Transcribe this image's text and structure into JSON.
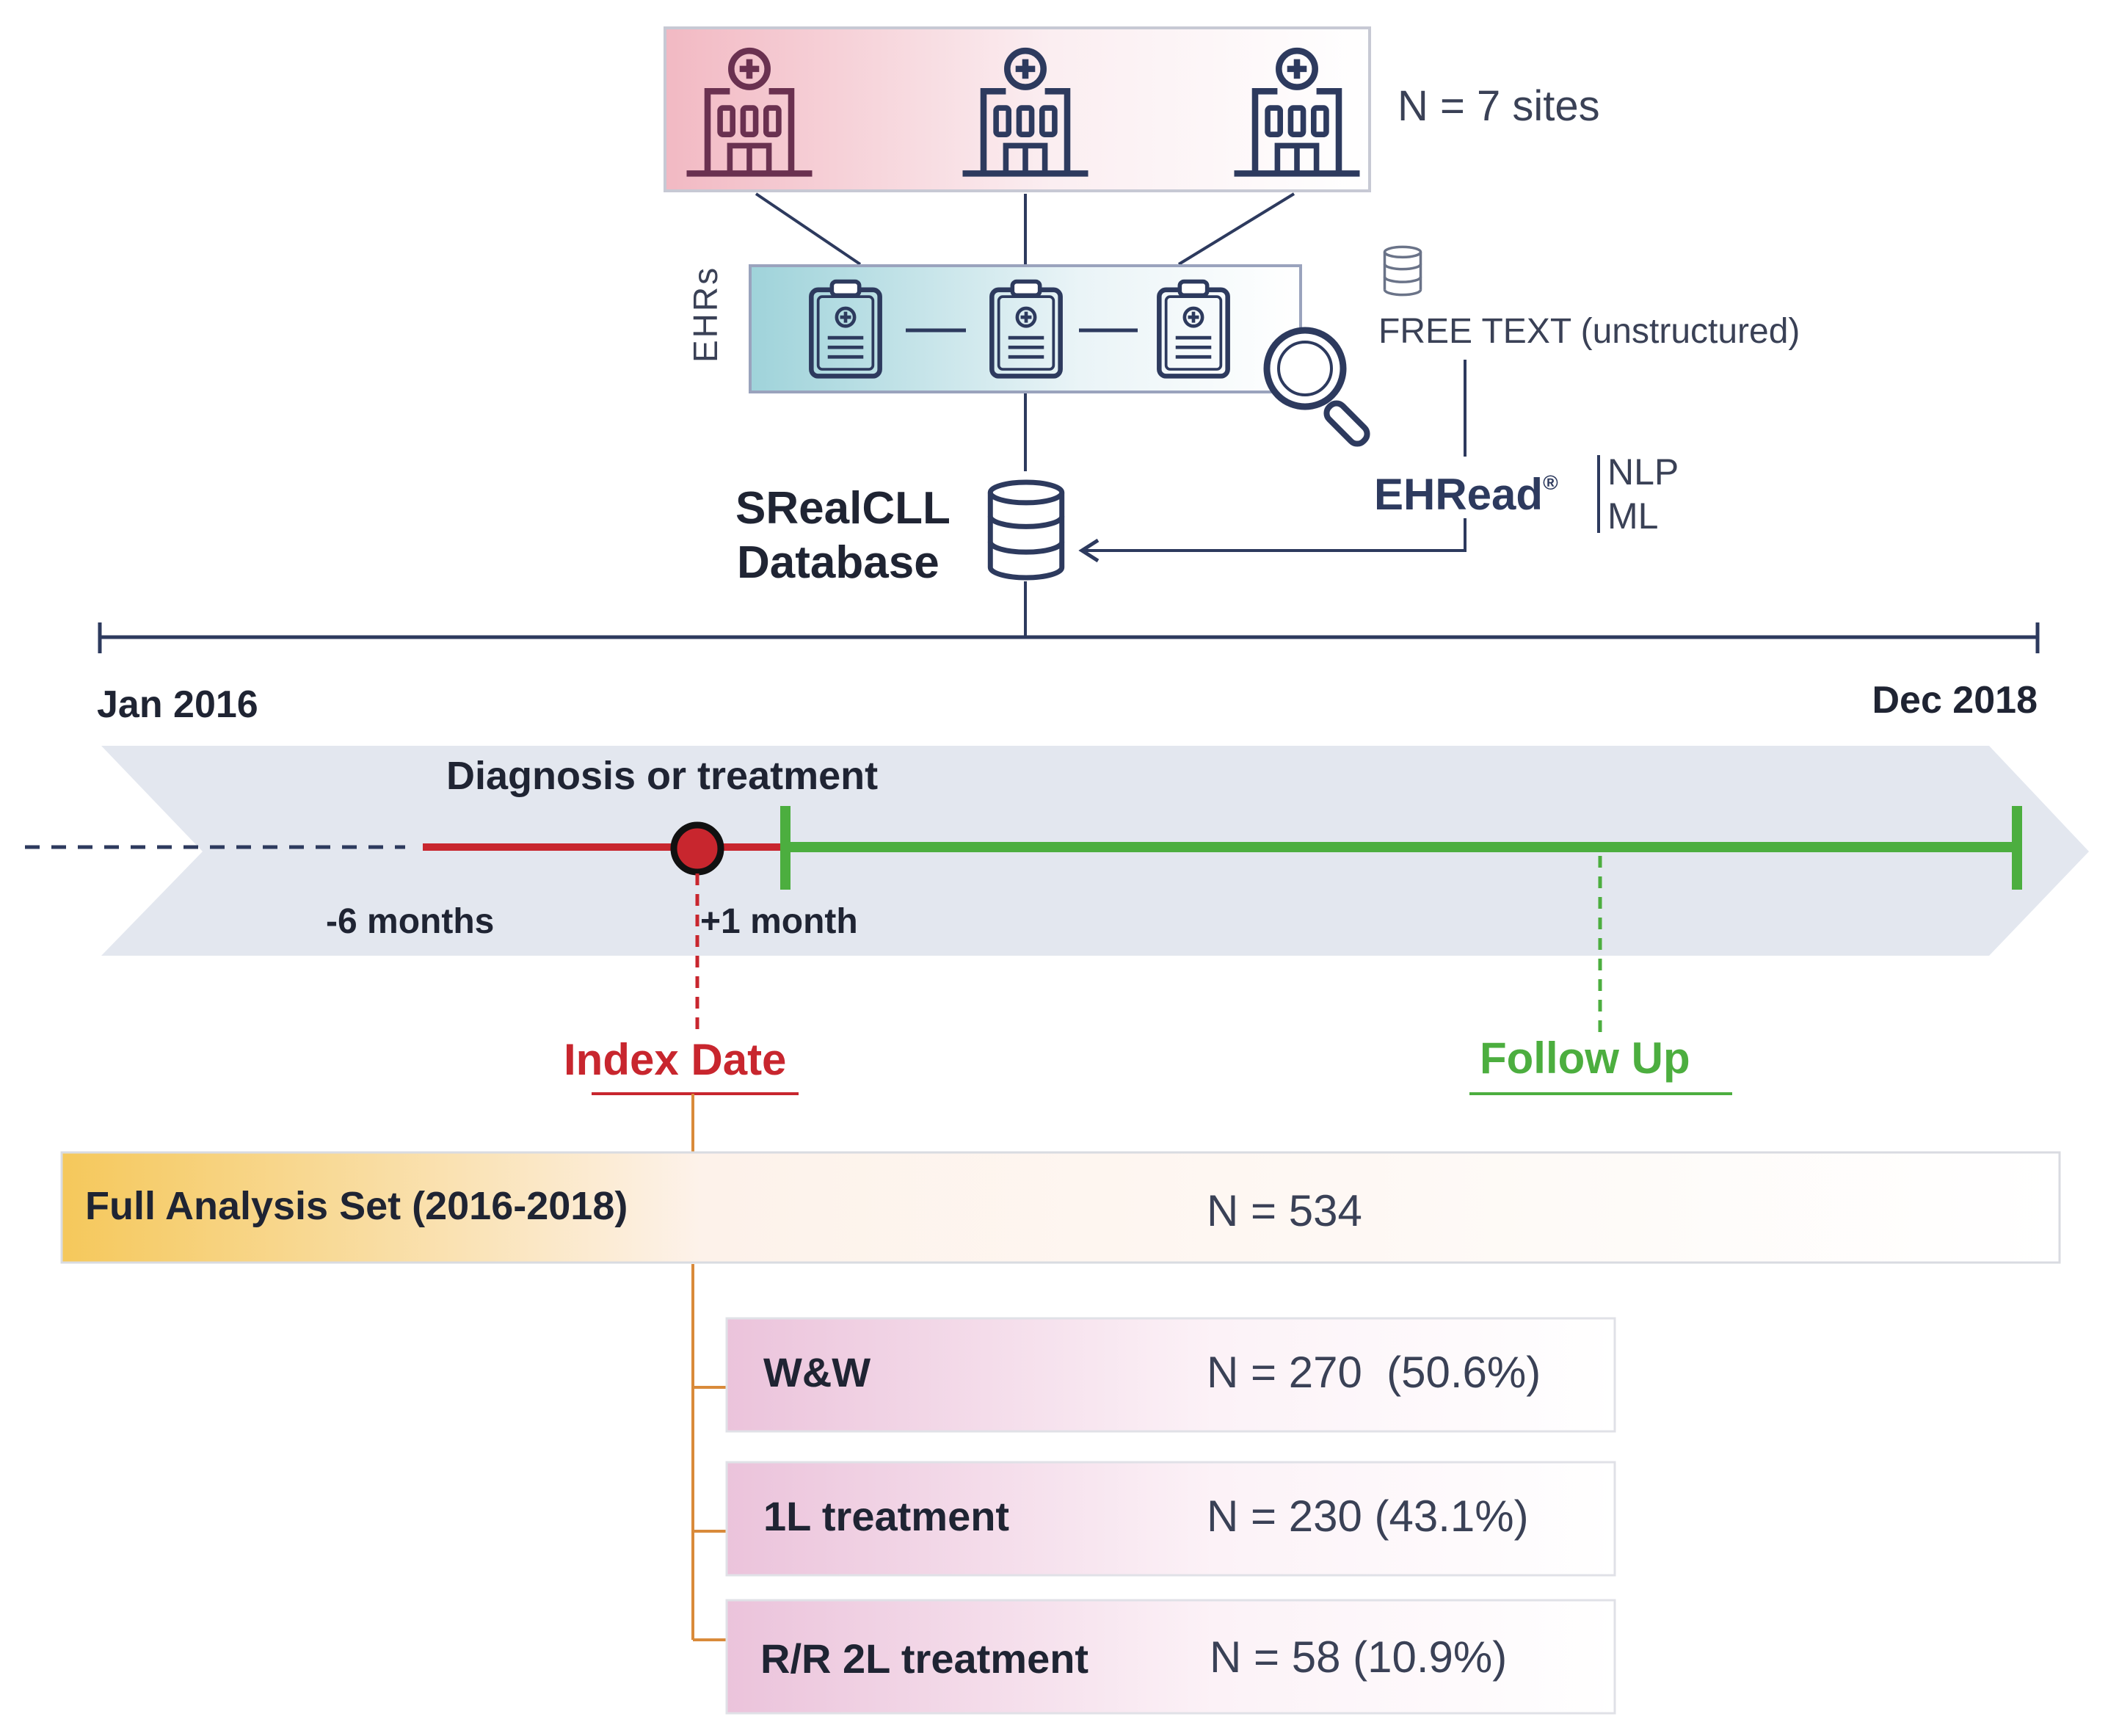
{
  "sources": {
    "sites_count": "N = 7 sites",
    "ehrs_label": "EHRs",
    "free_text": "FREE TEXT (unstructured)",
    "ehread": "EHRead",
    "ehread_mark": "®",
    "nlp": "NLP",
    "ml": "ML",
    "database_line1": "SRealCLL",
    "database_line2": "Database"
  },
  "timeline": {
    "start": "Jan 2016",
    "end": "Dec 2018",
    "event": "Diagnosis or treatment",
    "before": "-6 months",
    "after": "+1 month",
    "index_date": "Index Date",
    "follow_up": "Follow Up"
  },
  "cohorts": {
    "full": {
      "label": "Full Analysis Set (2016-2018)",
      "n": "N = 534"
    },
    "groups": [
      {
        "label": "W&W",
        "n": "N = 270  (50.6%)"
      },
      {
        "label": "1L treatment",
        "n": "N = 230 (43.1%)"
      },
      {
        "label": "R/R 2L treatment",
        "n": "N = 58 (10.9%)"
      }
    ]
  },
  "colors": {
    "navy": "#2d3a5e",
    "red": "#c8262e",
    "green": "#4cae3f",
    "orange": "#d98a3a",
    "arrow_band": "#e3e7ef"
  },
  "icons": [
    "hospital-icon",
    "clipboard-icon",
    "magnifier-icon",
    "database-icon"
  ]
}
